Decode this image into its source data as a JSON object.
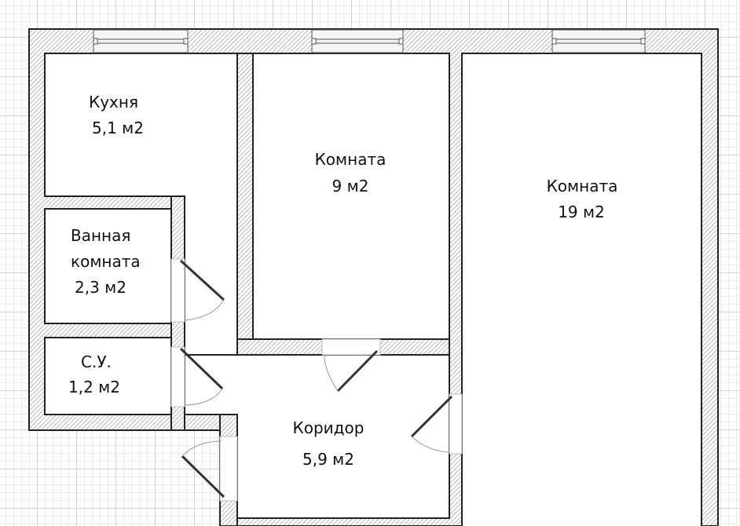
{
  "plan": {
    "rooms": [
      {
        "id": "kitchen",
        "name": "Кухня",
        "area": "5,1 м2"
      },
      {
        "id": "room-small",
        "name": "Комната",
        "area": "9 м2"
      },
      {
        "id": "room-large",
        "name": "Комната",
        "area": "19 м2"
      },
      {
        "id": "bathroom",
        "name_line1": "Ванная",
        "name_line2": "комната",
        "area": "2,3 м2"
      },
      {
        "id": "toilet",
        "name": "С.У.",
        "area": "1,2 м2"
      },
      {
        "id": "corridor",
        "name": "Коридор",
        "area": "5,9 м2"
      }
    ],
    "colors": {
      "wall_stroke": "#222222",
      "hatch": "#8a8a8a",
      "room_fill": "#ffffff"
    }
  }
}
